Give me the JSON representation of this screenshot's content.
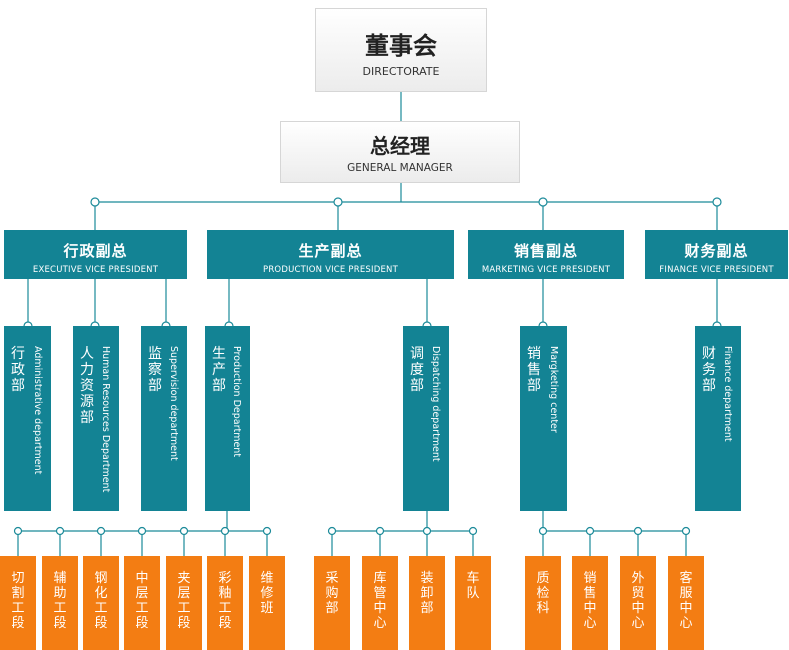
{
  "directorate": {
    "zh": "董事会",
    "en": "DIRECTORATE"
  },
  "general_manager": {
    "zh": "总经理",
    "en": "GENERAL MANAGER"
  },
  "vps": [
    {
      "zh": "行政副总",
      "en": "EXECUTIVE VICE PRESIDENT"
    },
    {
      "zh": "生产副总",
      "en": "PRODUCTION VICE PRESIDENT"
    },
    {
      "zh": "销售副总",
      "en": "MARKETING  VICE PRESIDENT"
    },
    {
      "zh": "财务副总",
      "en": "FINANCE  VICE PRESIDENT"
    }
  ],
  "departments": [
    {
      "zh": "行政部",
      "en": "Administrative department"
    },
    {
      "zh": "人力资源部",
      "en": "Human Resources Department"
    },
    {
      "zh": "监察部",
      "en": "Supervision  department"
    },
    {
      "zh": "生产部",
      "en": "Production Department"
    },
    {
      "zh": "调度部",
      "en": "Dispatching department"
    },
    {
      "zh": "销售部",
      "en": "Margketing center"
    },
    {
      "zh": "财务部",
      "en": "Finance  department"
    }
  ],
  "units": [
    "切割工段",
    "辅助工段",
    "钢化工段",
    "中层工段",
    "夹层工段",
    "彩釉工段",
    "维修班",
    "采购部",
    "库管中心",
    "装卸部",
    "车队",
    "质检科",
    "销售中心",
    "外贸中心",
    "客服中心"
  ],
  "colors": {
    "teal": "#138394",
    "orange": "#f37d13",
    "connector": "#1b8a99"
  }
}
